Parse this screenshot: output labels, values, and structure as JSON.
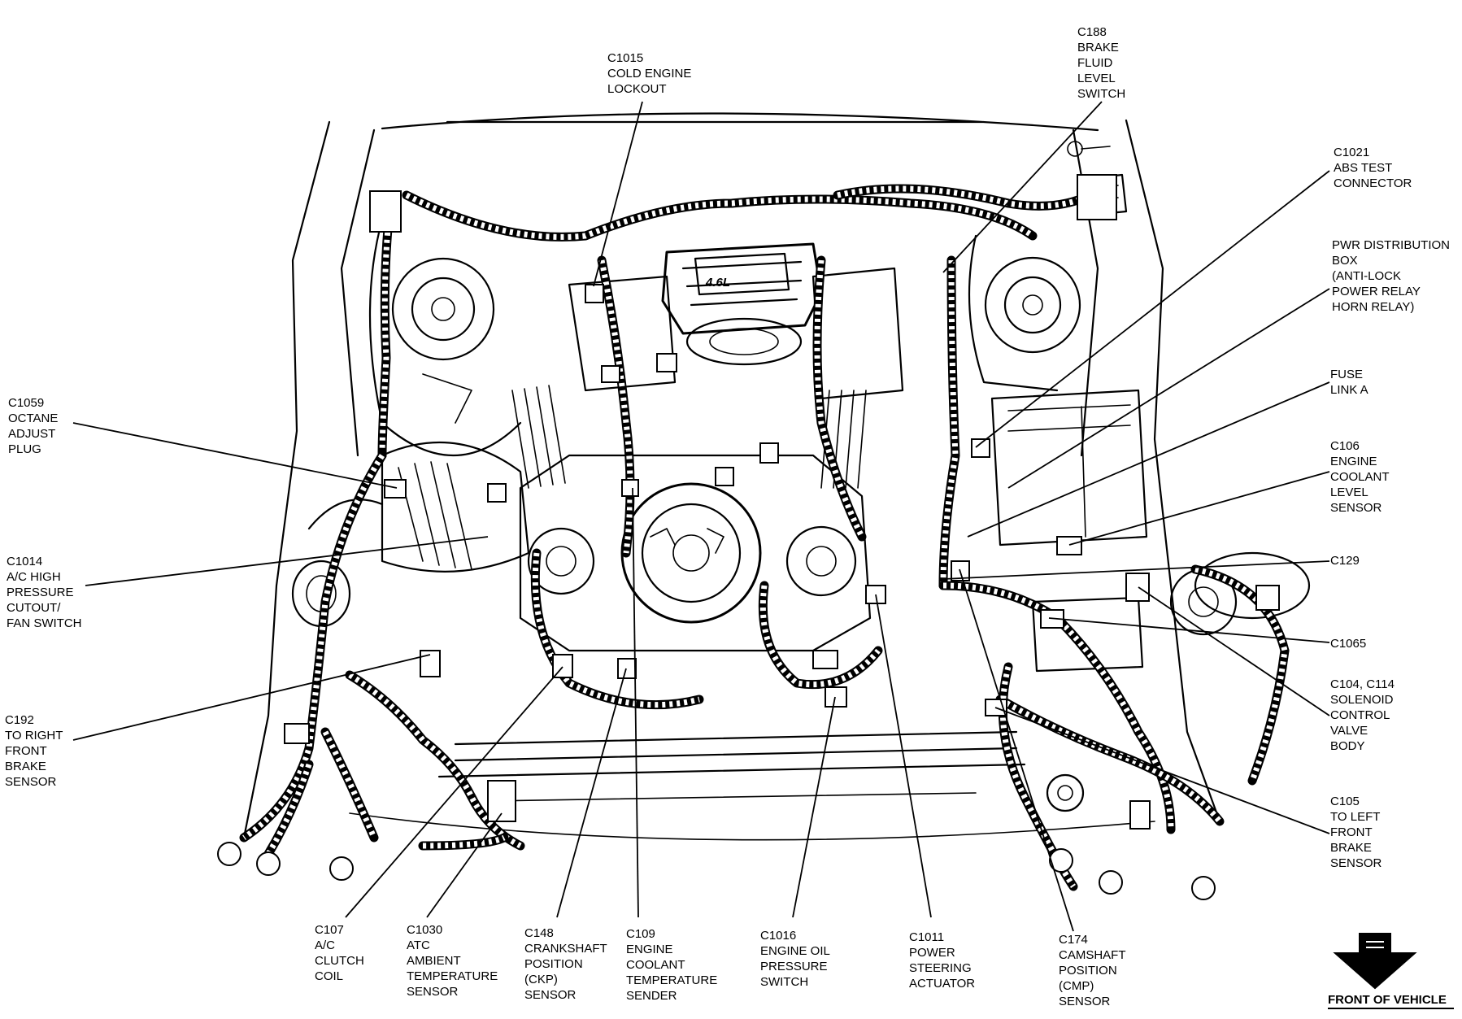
{
  "diagram": {
    "engine_badge": "4.6L",
    "callouts": [
      {
        "id": "c1015",
        "lines": [
          "C1015",
          "COLD ENGINE",
          "LOCKOUT"
        ]
      },
      {
        "id": "c188",
        "lines": [
          "C188",
          "BRAKE",
          "FLUID",
          "LEVEL",
          "SWITCH"
        ]
      },
      {
        "id": "c1021",
        "lines": [
          "C1021",
          "ABS TEST",
          "CONNECTOR"
        ]
      },
      {
        "id": "pwr",
        "lines": [
          "PWR DISTRIBUTION",
          "BOX",
          "(ANTI-LOCK",
          "POWER RELAY",
          "HORN RELAY)"
        ]
      },
      {
        "id": "fuse",
        "lines": [
          "FUSE",
          "LINK A"
        ]
      },
      {
        "id": "c106",
        "lines": [
          "C106",
          "ENGINE",
          "COOLANT",
          "LEVEL",
          "SENSOR"
        ]
      },
      {
        "id": "c129",
        "lines": [
          "C129"
        ]
      },
      {
        "id": "c1065",
        "lines": [
          "C1065"
        ]
      },
      {
        "id": "c104",
        "lines": [
          "C104, C114",
          "SOLENOID",
          "CONTROL",
          "VALVE",
          "BODY"
        ]
      },
      {
        "id": "c105",
        "lines": [
          "C105",
          "TO LEFT",
          "FRONT",
          "BRAKE",
          "SENSOR"
        ]
      },
      {
        "id": "c1059",
        "lines": [
          "C1059",
          "OCTANE",
          "ADJUST",
          "PLUG"
        ]
      },
      {
        "id": "c1014",
        "lines": [
          "C1014",
          "A/C HIGH",
          "PRESSURE",
          "CUTOUT/",
          "FAN SWITCH"
        ]
      },
      {
        "id": "c192",
        "lines": [
          "C192",
          "TO RIGHT",
          "FRONT",
          "BRAKE",
          "SENSOR"
        ]
      },
      {
        "id": "c107",
        "lines": [
          "C107",
          "A/C",
          "CLUTCH",
          "COIL"
        ]
      },
      {
        "id": "c1030",
        "lines": [
          "C1030",
          "ATC",
          "AMBIENT",
          "TEMPERATURE",
          "SENSOR"
        ]
      },
      {
        "id": "c148",
        "lines": [
          "C148",
          "CRANKSHAFT",
          "POSITION",
          "(CKP)",
          "SENSOR"
        ]
      },
      {
        "id": "c109",
        "lines": [
          "C109",
          "ENGINE",
          "COOLANT",
          "TEMPERATURE",
          "SENDER"
        ]
      },
      {
        "id": "c1016",
        "lines": [
          "C1016",
          "ENGINE OIL",
          "PRESSURE",
          "SWITCH"
        ]
      },
      {
        "id": "c1011",
        "lines": [
          "C1011",
          "POWER",
          "STEERING",
          "ACTUATOR"
        ]
      },
      {
        "id": "c174",
        "lines": [
          "C174",
          "CAMSHAFT",
          "POSITION",
          "(CMP)",
          "SENSOR"
        ]
      }
    ],
    "front_of_vehicle": "FRONT OF VEHICLE"
  }
}
